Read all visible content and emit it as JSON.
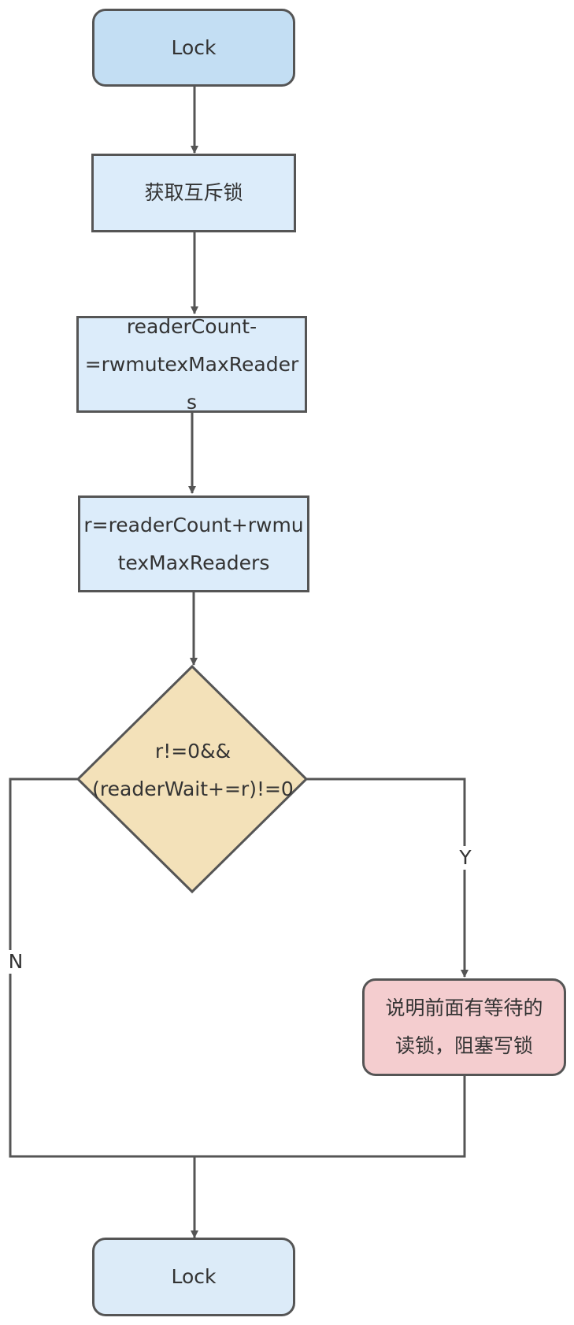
{
  "flow": {
    "start": "Lock",
    "acquire_mutex": "获取互斥锁",
    "reader_count_step": "readerCount-\n=rwmutexMaxReader\ns",
    "r_assign_step": "r=readerCount+rwmu\ntexMaxReaders",
    "condition": "r!=0&&\n(readerWait+=r)!=0",
    "yes_label": "Y",
    "no_label": "N",
    "blocked_note": "说明前面有等待的\n读锁，阻塞写锁",
    "end": "Lock"
  },
  "colors": {
    "start_fill": "#c3def3",
    "process_fill": "#dcecfa",
    "decision_fill": "#f3e1b9",
    "alert_fill": "#f4cdcf",
    "stroke": "#555555"
  }
}
